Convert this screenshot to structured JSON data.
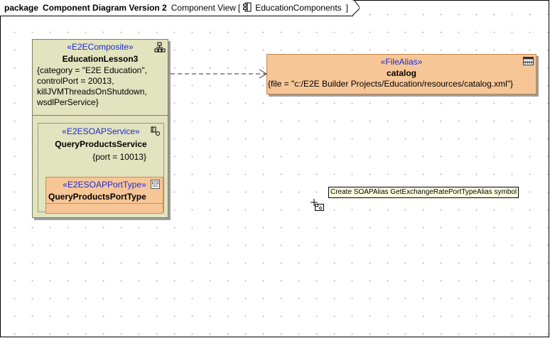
{
  "frame": {
    "kind": "package",
    "title": "Component Diagram Version 2",
    "view_label": "Component View",
    "bracket_open": "[",
    "package_name": "EducationComponents",
    "bracket_close": "]"
  },
  "composite": {
    "stereotype": "«E2EComposite»",
    "name": "EducationLesson3",
    "properties": [
      "{category = \"E2E Education\",",
      "controlPort = 20013,",
      "killJVMThreadsOnShutdown,",
      "wsdlPerService}"
    ]
  },
  "service": {
    "stereotype": "«E2ESOAPService»",
    "name": "QueryProductsService",
    "property": "{port = 10013}"
  },
  "port_type": {
    "stereotype": "«E2ESOAPPortType»",
    "name": "QueryProductsPortType"
  },
  "file_alias": {
    "stereotype": "«FileAlias»",
    "name": "catalog",
    "property": "{file = \"c:/E2E Builder Projects/Education/resources/catalog.xml\"}"
  },
  "tooltip": {
    "text": "Create SOAPAlias GetExchangeRatePortTypeAlias symbol"
  },
  "colors": {
    "composite_fill": "#e2e3bf",
    "alias_fill": "#f7c697",
    "stereotype_text": "#1d2ad0",
    "tooltip_fill": "#ffffe1"
  },
  "icons": [
    "package-icon",
    "composite-icon",
    "service-icon",
    "porttype-icon",
    "filealias-icon",
    "create-symbol-cursor-icon"
  ]
}
